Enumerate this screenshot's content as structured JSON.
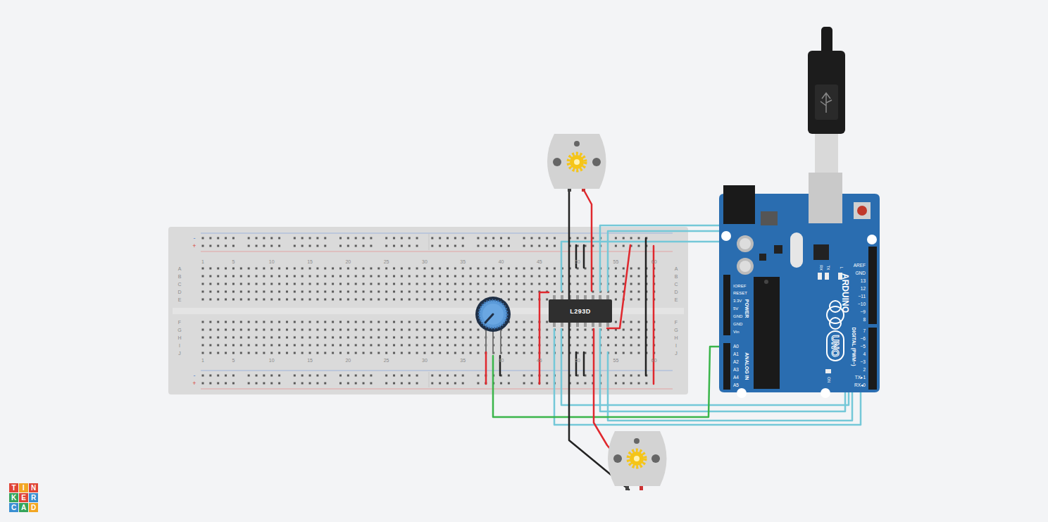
{
  "diagram": {
    "nodes": [
      {
        "text": [
          "L293D"
        ]
      }
    ],
    "labels": [
      "1",
      "5",
      "10",
      "15",
      "20",
      "25",
      "30",
      "35",
      "40",
      "45",
      "50",
      "55",
      "60",
      "A",
      "B",
      "C",
      "D",
      "E",
      "F",
      "G",
      "H",
      "I",
      "J",
      "A",
      "B",
      "C",
      "D",
      "E",
      "F",
      "G",
      "H",
      "I",
      "J",
      "1",
      "5",
      "10",
      "15",
      "20",
      "25",
      "30",
      "35",
      "40",
      "45",
      "50",
      "55",
      "60",
      "-",
      "+",
      "-",
      "+",
      "AREF",
      "GND",
      "13",
      "12",
      "~11",
      "~10",
      "~9",
      "8",
      "7",
      "~6",
      "~5",
      "4",
      "~3",
      "2",
      "TX▸1",
      "RX◂0",
      "IOREF",
      "RESET",
      "3.3V",
      "5V",
      "GND",
      "GND",
      "Vin",
      "POWER",
      "A0",
      "A1",
      "A2",
      "A3",
      "A4",
      "A5",
      "ANALOG IN",
      "DIGITAL (PWM~)",
      "ARDUINO",
      "UNO",
      "RX",
      "TX",
      "L",
      "ON",
      "T",
      "I",
      "N",
      "K",
      "E",
      "R",
      "C",
      "A",
      "D"
    ]
  }
}
